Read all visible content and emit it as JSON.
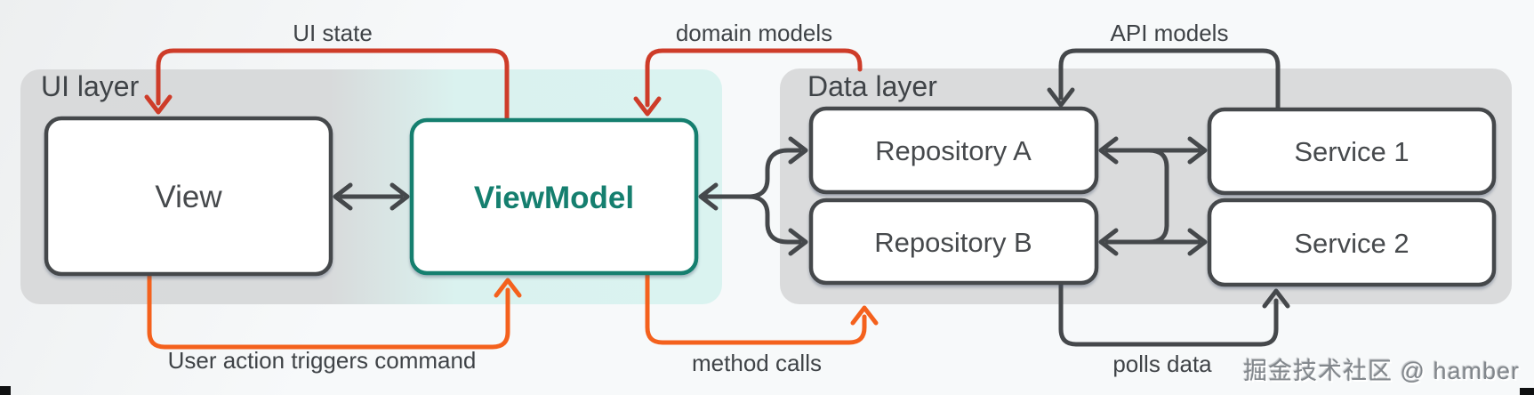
{
  "diagram": {
    "layers": [
      {
        "id": "ui-layer",
        "label": "UI layer"
      },
      {
        "id": "data-layer",
        "label": "Data layer"
      }
    ],
    "nodes": [
      {
        "id": "view",
        "label": "View"
      },
      {
        "id": "viewmodel",
        "label": "ViewModel"
      },
      {
        "id": "repository-a",
        "label": "Repository A"
      },
      {
        "id": "repository-b",
        "label": "Repository B"
      },
      {
        "id": "service-1",
        "label": "Service 1"
      },
      {
        "id": "service-2",
        "label": "Service 2"
      }
    ],
    "edge_labels": {
      "ui_state": "UI state",
      "domain_models": "domain models",
      "api_models": "API models",
      "user_action": "User action triggers command",
      "method_calls": "method calls",
      "polls_data": "polls data"
    },
    "colors": {
      "red": "#ce3c29",
      "orange": "#f4611d",
      "dark": "#45484b",
      "teal": "#157f6f",
      "panel_gray": "#dadbdc",
      "panel_teal": "#d9f2ef",
      "text": "#3f4347",
      "bg": "#f7f8f9"
    }
  },
  "watermark": "掘金技术社区 @ hamber"
}
